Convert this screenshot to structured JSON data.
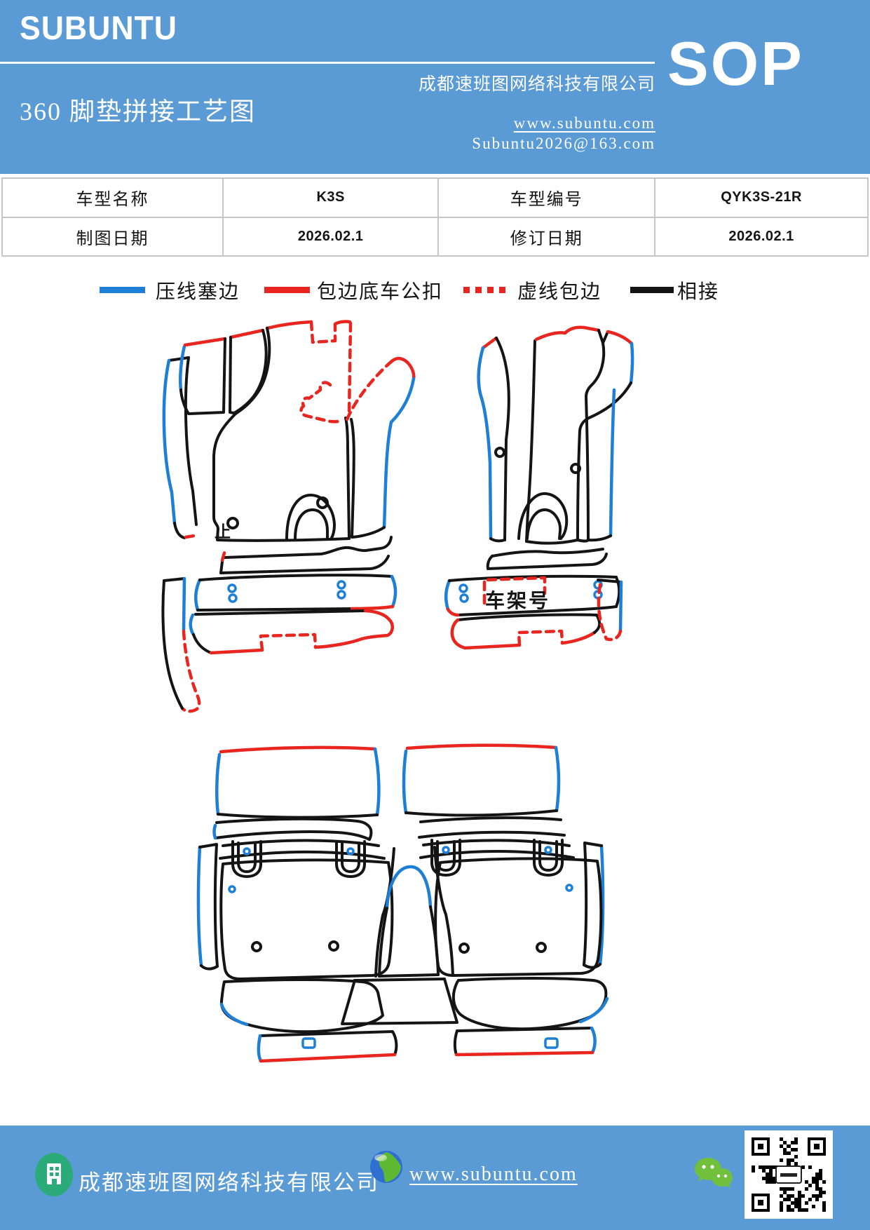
{
  "header": {
    "logo": "SUBUNTU",
    "title": "360 脚垫拼接工艺图",
    "company": "成都速班图网络科技有限公司",
    "website": "www.subuntu.com",
    "email": "Subuntu2026@163.com",
    "badge": "SOP"
  },
  "info_table": {
    "vehicle_name_label": "车型名称",
    "vehicle_name": "K3S",
    "vehicle_code_label": "车型编号",
    "vehicle_code": "QYK3S-21R",
    "draw_date_label": "制图日期",
    "draw_date": "2026.02.1",
    "revise_date_label": "修订日期",
    "revise_date": "2026.02.1"
  },
  "legend": {
    "items": [
      {
        "label": "压线塞边",
        "color": "#1d7fd6",
        "style": "solid"
      },
      {
        "label": "包边底车公扣",
        "color": "#e8261f",
        "style": "solid"
      },
      {
        "label": "虚线包边",
        "color": "#e8261f",
        "style": "dashed"
      },
      {
        "label": "相接",
        "color": "#141414",
        "style": "solid"
      }
    ]
  },
  "diagram": {
    "front_left_mat_mark": "止",
    "vin_area_label": "车架号",
    "colors": {
      "outline": "#141414",
      "press_tuck_edge": "#1d7fd6",
      "binding_edge": "#e8261f"
    }
  },
  "footer": {
    "company": "成都速班图网络科技有限公司",
    "website": "www.subuntu.com",
    "icons": [
      "building-icon",
      "globe-icon",
      "wechat-icon",
      "qr-code"
    ]
  }
}
